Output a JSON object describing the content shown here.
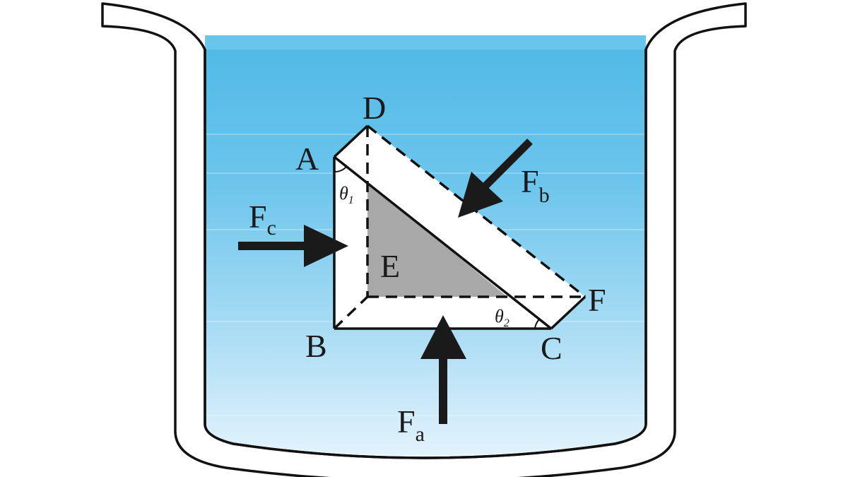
{
  "figure": {
    "description": "Triangular prism submerged in liquid inside a container, with pressure forces on three faces",
    "colors": {
      "water_top": "#4FB9E6",
      "water_bottom": "#E2F3FC",
      "prism_face": "#FFFFFF",
      "shaded_section": "#A8A8A8",
      "outline": "#111111",
      "arrow": "#1A1A1A"
    },
    "vertices": {
      "A": "A",
      "B": "B",
      "C": "C",
      "D": "D",
      "E": "E",
      "F": "F"
    },
    "angles": {
      "theta1": {
        "symbol": "θ",
        "sub": "1"
      },
      "theta2": {
        "symbol": "θ",
        "sub": "2"
      }
    },
    "forces": {
      "Fa": {
        "symbol": "F",
        "sub": "a",
        "direction": "up"
      },
      "Fb": {
        "symbol": "F",
        "sub": "b",
        "direction": "down-left"
      },
      "Fc": {
        "symbol": "F",
        "sub": "c",
        "direction": "right"
      }
    }
  }
}
